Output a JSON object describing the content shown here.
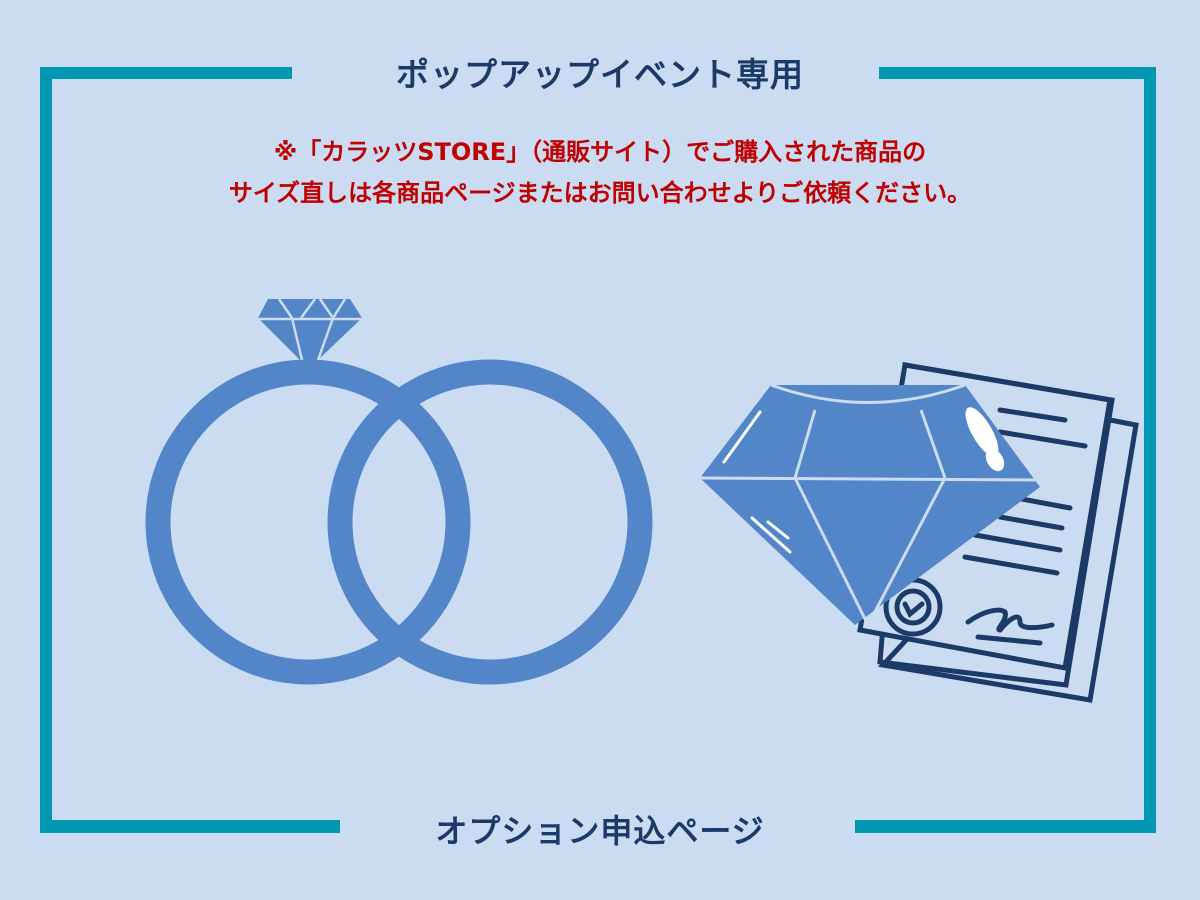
{
  "header": {
    "title": "ポップアップイベント専用"
  },
  "notice": {
    "line1": "※「カラッツSTORE」（通販サイト）でご購入された商品の",
    "line2": "サイズ直しは各商品ページまたはお問い合わせよりご依頼ください。"
  },
  "footer": {
    "title": "オプション申込ページ"
  },
  "illustrations": {
    "left": "rings-icon",
    "right": "diamond-certificate-icon"
  },
  "colors": {
    "background": "#cbdcf2",
    "frame": "#0097b2",
    "title_text": "#1b3a68",
    "notice_text": "#c00000",
    "icon_fill": "#5386c8",
    "doc_stroke": "#1b3a68"
  }
}
